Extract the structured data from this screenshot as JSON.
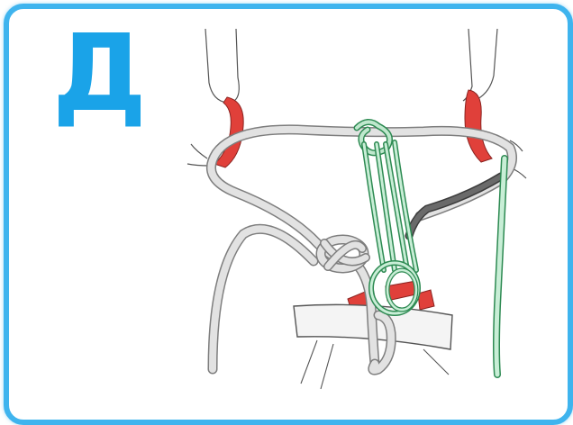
{
  "step_label": "Д",
  "colors": {
    "frame": "#3fb4ee",
    "letter": "#1aa3e8",
    "grey_cord": "#dcdcdc",
    "cord_outline": "#8a8a8a",
    "green_cord": "#3db36b",
    "red_band": "#e0403a",
    "dark_cord": "#5a5a5a"
  },
  "icons": [
    "left-finger-icon",
    "right-finger-icon",
    "grey-cord-loop",
    "green-cord-strands",
    "knot-icon",
    "bracket-bar"
  ]
}
